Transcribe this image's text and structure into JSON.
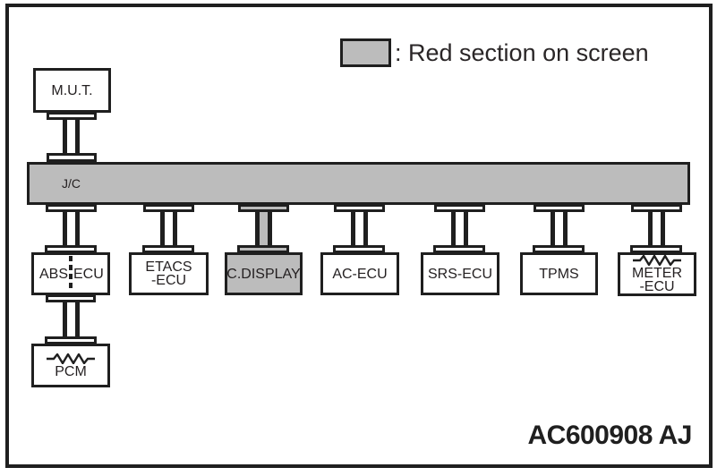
{
  "legend": {
    "label": ": Red section on screen",
    "swatch_color": "#bcbcbc"
  },
  "bus": {
    "label": "J/C"
  },
  "mut": {
    "label": "M.U.T."
  },
  "nodes": [
    {
      "name": "ABS-ECU",
      "part1": "ABS",
      "part2": "ECU",
      "highlighted": false
    },
    {
      "name": "ETACS-ECU",
      "line1": "ETACS",
      "line2": "-ECU",
      "highlighted": false
    },
    {
      "name": "C.DISPLAY",
      "line1": "C.DISPLAY",
      "highlighted": true
    },
    {
      "name": "AC-ECU",
      "line1": "AC-ECU",
      "highlighted": false
    },
    {
      "name": "SRS-ECU",
      "line1": "SRS-ECU",
      "highlighted": false
    },
    {
      "name": "TPMS",
      "line1": "TPMS",
      "highlighted": false
    },
    {
      "name": "METER-ECU",
      "line1": "METER",
      "line2": "-ECU",
      "highlighted": false,
      "resistor": true
    }
  ],
  "pcm": {
    "label": "PCM",
    "resistor": true
  },
  "figure_code": "AC600908 AJ",
  "colors": {
    "gray": "#bcbcbc",
    "line": "#1f1f1f"
  }
}
